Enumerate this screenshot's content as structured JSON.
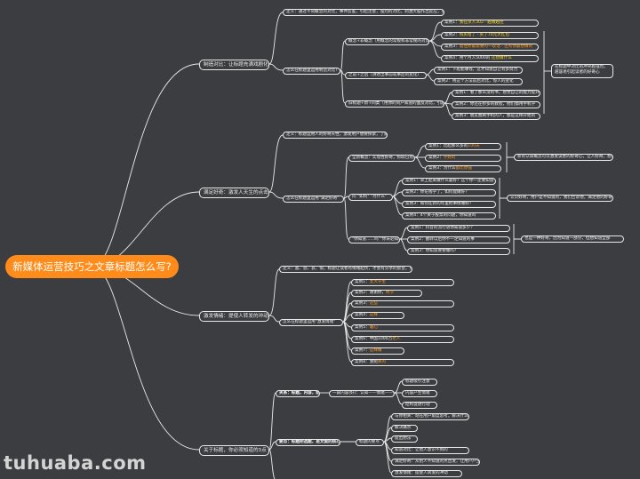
{
  "title": "新媒体运营技巧之文章标题怎么写?",
  "watermark": "tuhuaba.com",
  "colors": {
    "background": "#3c3d40",
    "root": "#ff8c1a",
    "line": "#e9e9e9",
    "highlight_yellow": "#f5d321",
    "highlight_orange": "#ff9b1f"
  },
  "nodes": {
    "b1": "制造对比：让标题充满戏剧化",
    "b1_def": "定义：通过不同概念的对比，事件反差，引起注意，强烈的对比，刺激大脑作出反应，更容易引起关注",
    "b1_how": "怎么在标题里运用制造对比?",
    "b1_how_a": "概念+非概念（用概念的常规和非常规的对比反差）",
    "b1_a1": "案例1：",
    "b1_a1_hl1": "我在深入302",
    "b1_a1_hl2": "越做越佳",
    "b1_a2": "案例2：",
    "b1_a2_hl1": "购买错了",
    "b1_a2_hl2": "买了70元大红包",
    "b1_a3": "案例3：",
    "b1_a3_hl1": "留住你最需要的一段话",
    "b1_a3_hl2": "还有你最想做的",
    "b1_a4": "案例4：用个月入5000的",
    "b1_a4_hl": "还想做什么",
    "b1_how_b": "之前+之后（讲述出事前或事后的变化）",
    "b1_b1": "案例1：下班能赚钱，这才知道自己有多努力",
    "b1_b2": "案例2：用这个方法前后对比，惊人的变化",
    "b1_how_c": "旧标题+新+同类（用你的同户知道的面反对比，引起用户关注）",
    "b1_c1": "案例1：看了那么没的书，感觉自己的能力提升了",
    "b1_c2": "案例2：你还在抄多的教程，他们都用手机学",
    "b1_c3": "案例3：朋友圈刷手机的人，都是这样开始的",
    "b1_note": "在标题中对比的冲突越强烈，越容易引起读者的好奇心",
    "b2": "满足好奇：激发人天生的点击冲动",
    "b2_def": "定义：标题运用人的好奇天性，激发用户想要探索，了解更多",
    "b2_how": "怎么在标题里运用\"满足好奇\"",
    "b2_how_a": "全新概念：实现性好奇，抓取已有人们的认知",
    "b2_a1": "案例1：比起那么多的",
    "b2_a1_hl": "100天",
    "b2_a2": "案例2：",
    "b2_a2_hl": "学好的",
    "b2_a3": "案例3：为什么",
    "b2_a3_hl": "都比你强",
    "b2_note_a": "新的认知概念可以激发读者的好奇心，让人好奇，想看清楚怎么回事",
    "b2_how_b": "问 \"如何\" \"为什么\"",
    "b2_b1": "案例1：早上起来做什么最好？这个你一定要知道",
    "b2_b2": "案例2：你花钱学了，如何能做好？",
    "b2_b3": "案例3：如何在新的年里把事情做好？",
    "b2_b4": "案例4：4个关于股票的问题，你知道吗",
    "b2_note_b": "认识好奇，用户是不知道的，我们告诉他，满足他的好奇心",
    "b2_how_c": "\"你知道……吗\"\"你未必知道……\"",
    "b2_c1": "案例1：抖音的流行语你知道多少？",
    "b2_c2": "案例2：翻转以后你不一定知道的事",
    "b2_c3": "案例3：你知道要要做吗？",
    "b2_note_c": "也是一种好奇，因为知道一部分，但想知道全部",
    "b3": "激发情绪：提使人转发的冲动",
    "b3_def": "定义：喜、怒、哀、惧，标题让读者有情绪起伏，才会有分享的欲望，点击转发",
    "b3_how": "怎么在标题里运用\"激发情绪\"",
    "b3_1": "案例1：",
    "b3_1_hl": "女大学生",
    "b3_2": "案例2：谢谢你，",
    "b3_2_hl": "终于",
    "b3_3": "案例3：",
    "b3_3_hl": "这些",
    "b3_4": "案例4：",
    "b3_4_hl": "这样",
    "b3_5": "案例5：",
    "b3_5_hl": "暖心",
    "b3_6": "案例6：中国1000万",
    "b3_6_hl": "老人",
    "b3_7": "案例7：",
    "b3_7_hl": "这样做",
    "b3_8": "案例8：我把",
    "b3_8_hl": "真的",
    "b4": "关于标题，你必须知道的3点",
    "b4_1": "关系：标题，内容，结构",
    "b4_1a": "一篇内容(好)：认知——情绪——行动",
    "b4_1a_1": "标题吸引注意",
    "b4_1a_2": "内容产生情绪",
    "b4_1a_3": "结构促进行动",
    "b4_2": "要点：标题把选题，是文案的核心",
    "b4_2a": "标题的要点",
    "b4_2a_1": "与你相关：站在用户角度思考，解决什么问题",
    "b4_2a_2": "解决痛点",
    "b4_2a_3": "提出想法",
    "b4_2a_4": "知道对比：让他人意识不到的",
    "b4_2a_5": "满足好奇：从别人不知道的点出发，让用户产生兴趣",
    "b4_2a_6": "激发情绪：提使人转发的冲动"
  }
}
